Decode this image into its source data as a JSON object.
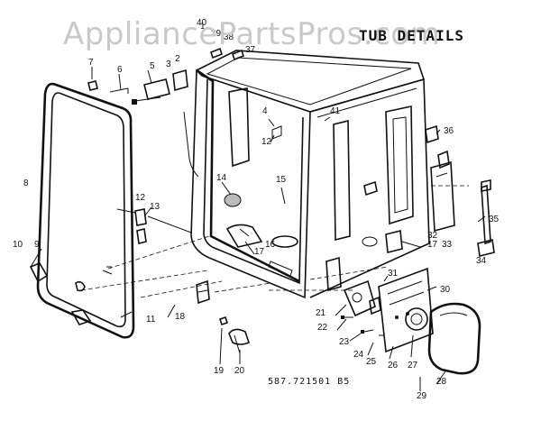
{
  "header": {
    "watermark": "AppliancePartsPros.com",
    "title": "TUB DETAILS"
  },
  "footer": {
    "model_code": "587.721501 B5"
  },
  "callouts": [
    "1",
    "2",
    "3",
    "4",
    "5",
    "6",
    "7",
    "8",
    "9",
    "10",
    "11",
    "12",
    "12",
    "13",
    "14",
    "15",
    "16",
    "17",
    "17",
    "18",
    "19",
    "20",
    "21",
    "22",
    "23",
    "24",
    "25",
    "26",
    "27",
    "28",
    "29",
    "30",
    "31",
    "32",
    "33",
    "34",
    "35",
    "36",
    "37",
    "38",
    "39",
    "40",
    "41"
  ],
  "colors": {
    "line": "#111111",
    "watermark": "#c9c9c9",
    "background": "#ffffff"
  }
}
